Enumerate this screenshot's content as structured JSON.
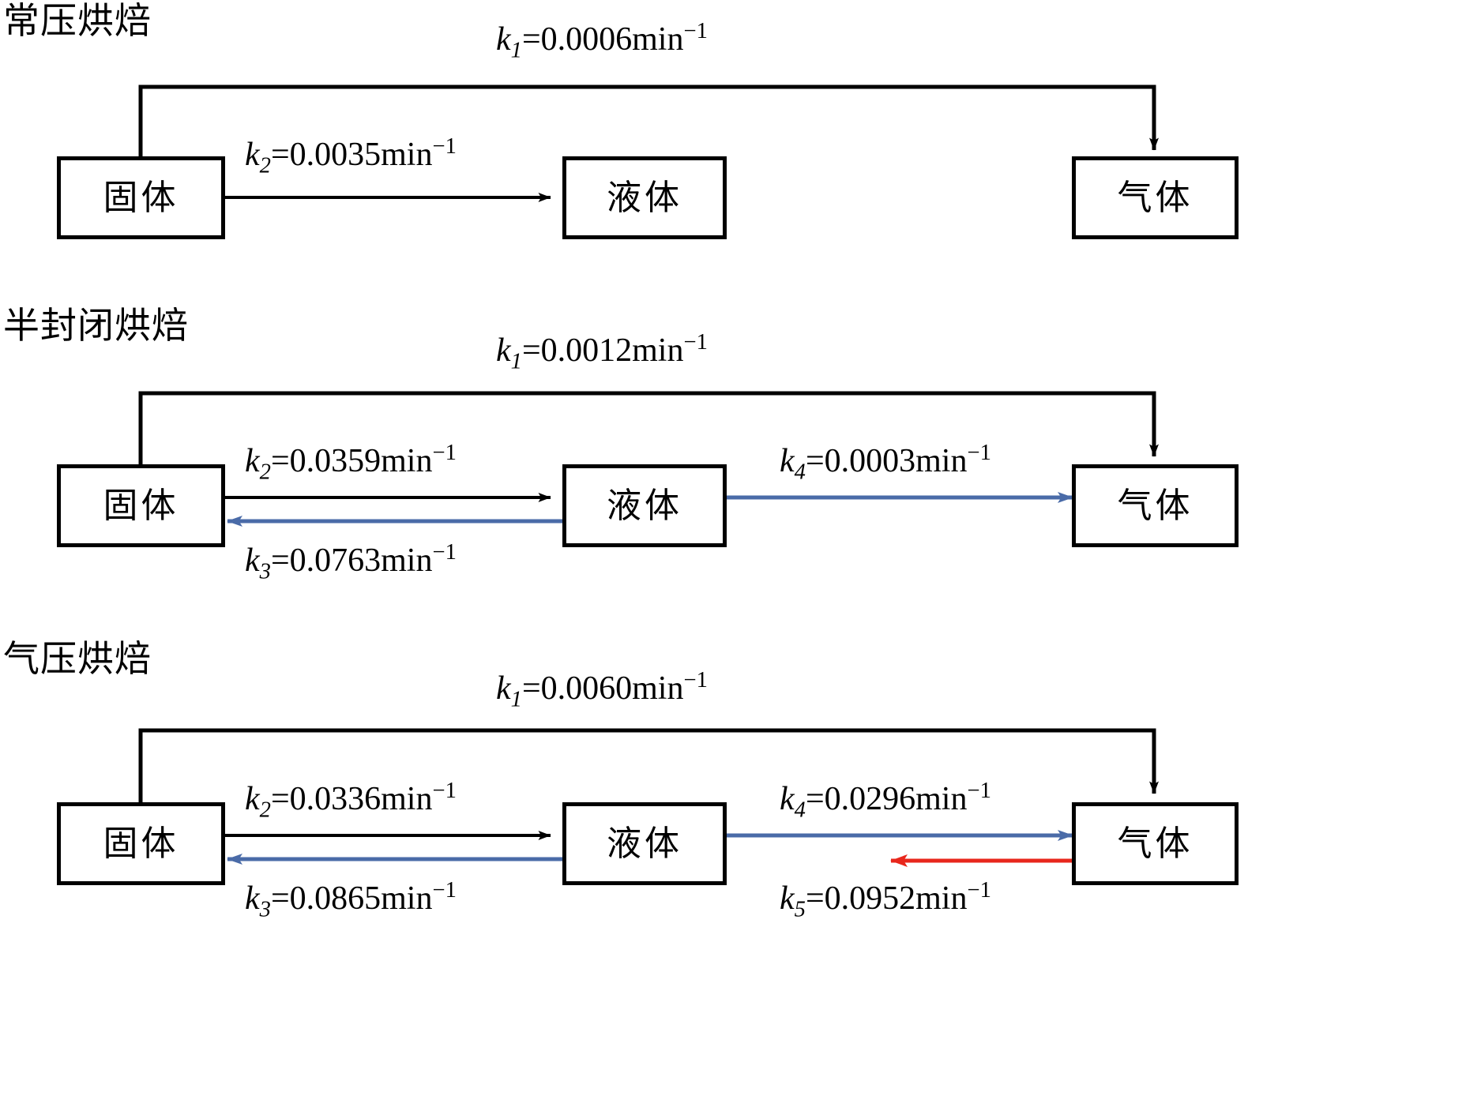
{
  "figure": {
    "type": "reaction-kinetics-diagram",
    "description": "Three-panel mass-transfer / reaction scheme for solid, liquid and gas phases under three roasting conditions",
    "colors": {
      "line_black": "#000000",
      "line_blue": "#4a6ba8",
      "line_red": "#e8271c",
      "background": "#ffffff"
    },
    "node_labels": {
      "solid": "固体",
      "liquid": "液体",
      "gas": "气体"
    }
  },
  "panels": [
    {
      "id": "atmospheric",
      "title": "常压烘焙",
      "nodes": [
        {
          "key": "solid",
          "label": "固体"
        },
        {
          "key": "liquid",
          "label": "液体"
        },
        {
          "key": "gas",
          "label": "气体"
        }
      ],
      "arrows": [
        {
          "id": "k1",
          "from": "solid",
          "to": "gas",
          "color": "#000000",
          "route": "over-the-top",
          "label": {
            "symbol": "k",
            "subscript": "1",
            "equals": "=",
            "value": "0.0006",
            "unit": "min",
            "exponent": "−1",
            "full": "k₁=0.0006min⁻¹"
          }
        },
        {
          "id": "k2",
          "from": "solid",
          "to": "liquid",
          "color": "#000000",
          "route": "direct",
          "label": {
            "symbol": "k",
            "subscript": "2",
            "equals": "=",
            "value": "0.0035",
            "unit": "min",
            "exponent": "−1",
            "full": "k₂=0.0035min⁻¹"
          }
        }
      ]
    },
    {
      "id": "semi-closed",
      "title": "半封闭烘焙",
      "nodes": [
        {
          "key": "solid",
          "label": "固体"
        },
        {
          "key": "liquid",
          "label": "液体"
        },
        {
          "key": "gas",
          "label": "气体"
        }
      ],
      "arrows": [
        {
          "id": "k1",
          "from": "solid",
          "to": "gas",
          "color": "#000000",
          "route": "over-the-top",
          "label": {
            "symbol": "k",
            "subscript": "1",
            "equals": "=",
            "value": "0.0012",
            "unit": "min",
            "exponent": "−1",
            "full": "k₁=0.0012min⁻¹"
          }
        },
        {
          "id": "k2",
          "from": "solid",
          "to": "liquid",
          "color": "#000000",
          "route": "direct",
          "label": {
            "symbol": "k",
            "subscript": "2",
            "equals": "=",
            "value": "0.0359",
            "unit": "min",
            "exponent": "−1",
            "full": "k₂=0.0359min⁻¹"
          }
        },
        {
          "id": "k3",
          "from": "liquid",
          "to": "solid",
          "color": "#4a6ba8",
          "route": "direct-return",
          "label": {
            "symbol": "k",
            "subscript": "3",
            "equals": "=",
            "value": "0.0763",
            "unit": "min",
            "exponent": "−1",
            "full": "k₃=0.0763min⁻¹"
          }
        },
        {
          "id": "k4",
          "from": "liquid",
          "to": "gas",
          "color": "#4a6ba8",
          "route": "direct",
          "label": {
            "symbol": "k",
            "subscript": "4",
            "equals": "=",
            "value": "0.0003",
            "unit": "min",
            "exponent": "−1",
            "full": "k₄=0.0003min⁻¹"
          }
        }
      ]
    },
    {
      "id": "pressurized",
      "title": "气压烘焙",
      "nodes": [
        {
          "key": "solid",
          "label": "固体"
        },
        {
          "key": "liquid",
          "label": "液体"
        },
        {
          "key": "gas",
          "label": "气体"
        }
      ],
      "arrows": [
        {
          "id": "k1",
          "from": "solid",
          "to": "gas",
          "color": "#000000",
          "route": "over-the-top",
          "label": {
            "symbol": "k",
            "subscript": "1",
            "equals": "=",
            "value": "0.0060",
            "unit": "min",
            "exponent": "−1",
            "full": "k₁=0.0060min⁻¹"
          }
        },
        {
          "id": "k2",
          "from": "solid",
          "to": "liquid",
          "color": "#000000",
          "route": "direct",
          "label": {
            "symbol": "k",
            "subscript": "2",
            "equals": "=",
            "value": "0.0336",
            "unit": "min",
            "exponent": "−1",
            "full": "k₂=0.0336min⁻¹"
          }
        },
        {
          "id": "k3",
          "from": "liquid",
          "to": "solid",
          "color": "#4a6ba8",
          "route": "direct-return",
          "label": {
            "symbol": "k",
            "subscript": "3",
            "equals": "=",
            "value": "0.0865",
            "unit": "min",
            "exponent": "−1",
            "full": "k₃=0.0865min⁻¹"
          }
        },
        {
          "id": "k4",
          "from": "liquid",
          "to": "gas",
          "color": "#4a6ba8",
          "route": "direct",
          "label": {
            "symbol": "k",
            "subscript": "4",
            "equals": "=",
            "value": "0.0296",
            "unit": "min",
            "exponent": "−1",
            "full": "k₄=0.0296min⁻¹"
          }
        },
        {
          "id": "k5",
          "from": "gas",
          "to": "liquid",
          "color": "#e8271c",
          "route": "direct-return",
          "label": {
            "symbol": "k",
            "subscript": "5",
            "equals": "=",
            "value": "0.0952",
            "unit": "min",
            "exponent": "−1",
            "full": "k₅=0.0952min⁻¹"
          }
        }
      ]
    }
  ]
}
